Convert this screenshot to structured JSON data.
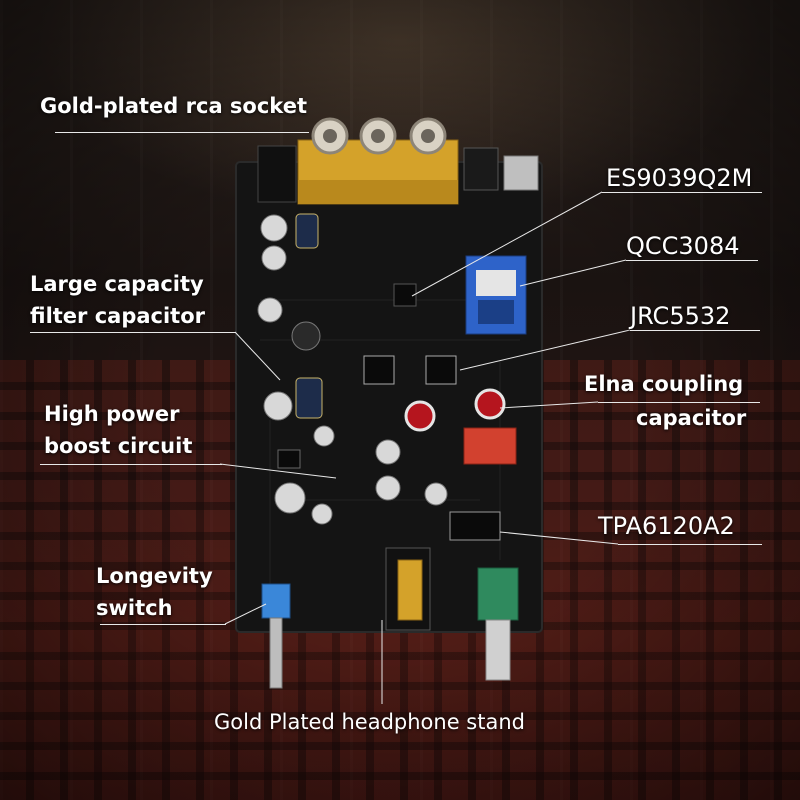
{
  "callouts": {
    "rca_socket": "Gold-plated rca socket",
    "large_capacity_1": "Large capacity",
    "large_capacity_2": "filter capacitor",
    "high_power_1": "High power",
    "high_power_2": "boost circuit",
    "longevity_1": "Longevity",
    "longevity_2": "switch",
    "headphone_stand": "Gold Plated headphone stand",
    "es9039": "ES9039Q2M",
    "qcc3084": "QCC3084",
    "jrc5532": "JRC5532",
    "elna_1": "Elna coupling",
    "elna_2": "capacitor",
    "tpa6120": "TPA6120A2"
  },
  "colors": {
    "pcb": "#141414",
    "rca_housing": "#d4a22a",
    "capacitor_blue": "#1d2c4a",
    "elna_red": "#b5151e",
    "wima_red": "#d2412f",
    "bt_module_blue": "#2e63c9",
    "pot_green": "#2f8a5e",
    "switch_blue": "#3a87d9"
  }
}
